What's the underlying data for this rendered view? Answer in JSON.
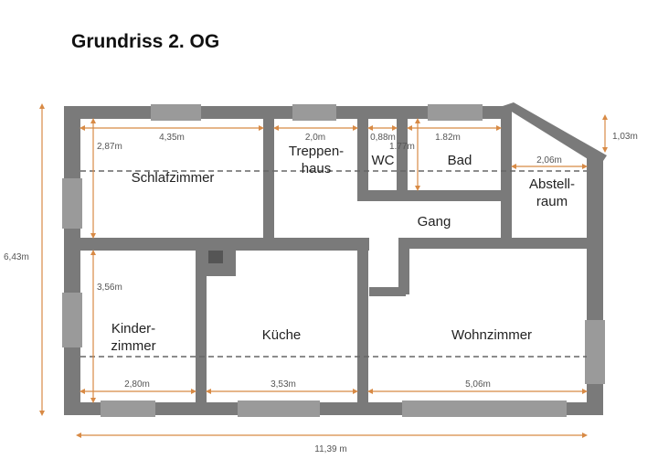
{
  "title": "Grundriss 2. OG",
  "rooms": {
    "schlafzimmer": "Schlafzimmer",
    "treppenhaus_1": "Treppen-",
    "treppenhaus_2": "haus",
    "wc": "WC",
    "bad": "Bad",
    "abstellraum_1": "Abstell-",
    "abstellraum_2": "raum",
    "gang": "Gang",
    "kinderzimmer_1": "Kinder-",
    "kinderzimmer_2": "zimmer",
    "kueche": "Küche",
    "wohnzimmer": "Wohnzimmer"
  },
  "dimensions": {
    "total_width": "11,39 m",
    "total_height": "6,43m",
    "schlafzimmer_width": "4,35m",
    "schlafzimmer_depth": "2,87m",
    "treppenhaus_width": "2,0m",
    "wc_width": "0,88m",
    "bad_width": "1.82m",
    "bad_depth": "1.77m",
    "abstellraum_width": "2,06m",
    "abstellraum_offset": "1,03m",
    "kinderzimmer_depth": "3,56m",
    "kinderzimmer_width": "2,80m",
    "kueche_width": "3,53m",
    "wohnzimmer_width": "5,06m"
  },
  "colors": {
    "wall": "#7a7a7a",
    "dimension_line": "#d88a45",
    "text": "#222222"
  }
}
